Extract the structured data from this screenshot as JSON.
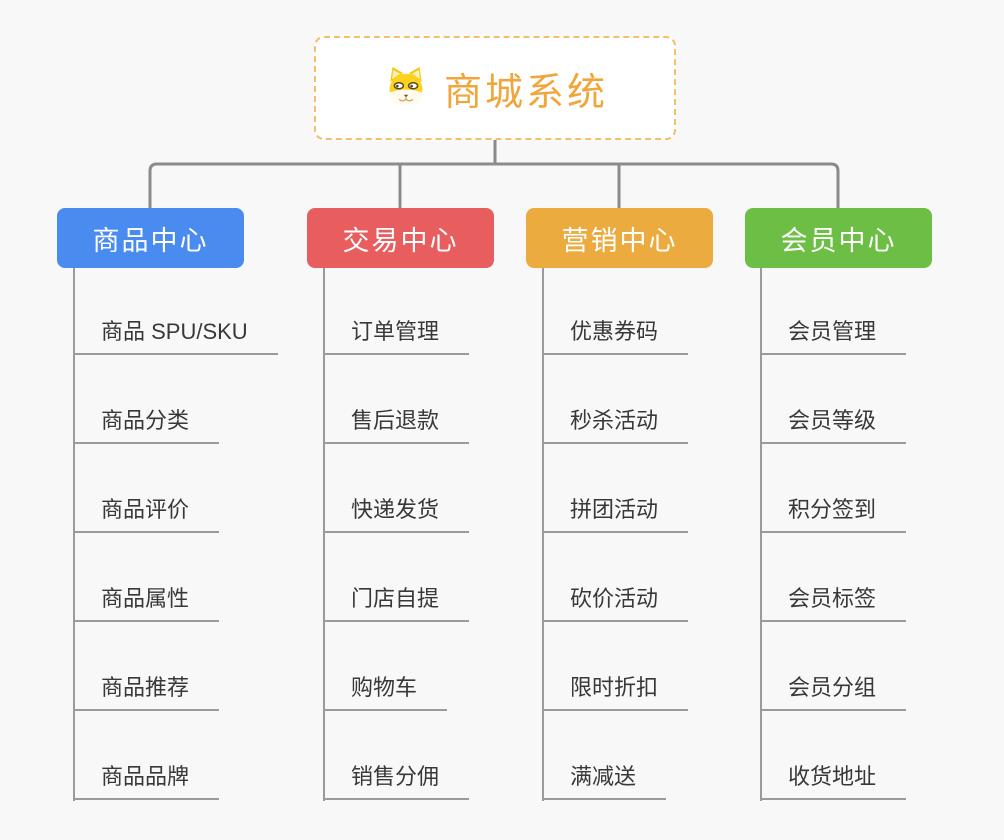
{
  "root": {
    "title": "商城系统",
    "icon": "dog-face-icon"
  },
  "branches": [
    {
      "label": "商品中心",
      "color": "#4a8bf0",
      "items": [
        "商品 SPU/SKU",
        "商品分类",
        "商品评价",
        "商品属性",
        "商品推荐",
        "商品品牌"
      ]
    },
    {
      "label": "交易中心",
      "color": "#e85d5d",
      "items": [
        "订单管理",
        "售后退款",
        "快递发货",
        "门店自提",
        "购物车",
        "销售分佣"
      ]
    },
    {
      "label": "营销中心",
      "color": "#ebab3f",
      "items": [
        "优惠券码",
        "秒杀活动",
        "拼团活动",
        "砍价活动",
        "限时折扣",
        "满减送"
      ]
    },
    {
      "label": "会员中心",
      "color": "#6cbe44",
      "items": [
        "会员管理",
        "会员等级",
        "积分签到",
        "会员标签",
        "会员分组",
        "收货地址"
      ]
    }
  ],
  "colors": {
    "background": "#f8f8f8",
    "root_border": "#f2c06a",
    "root_text": "#f0a63a",
    "connector": "#8b8b8b",
    "trunk": "#9b9b9b",
    "leaf_text": "#383838"
  }
}
